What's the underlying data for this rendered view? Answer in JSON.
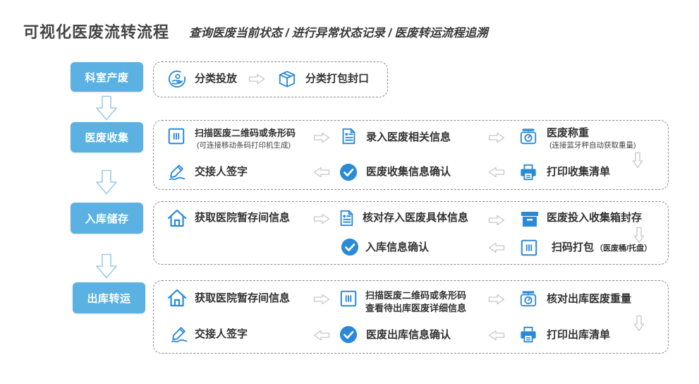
{
  "colors": {
    "stage_fill": "#5ab1e2",
    "stage_text": "#ffffff",
    "icon_blue": "#2b8ad6",
    "label_text": "#333333",
    "flow_arrow": "#c6c6c6",
    "stage_arrow": "#9ccbea",
    "dashed_border": "#8a8a8a"
  },
  "header": {
    "title": "可视化医废流转流程",
    "subtitle": "查询医废当前状态 / 进行异常状态记录 / 医废转运流程追溯"
  },
  "stages": [
    {
      "label": "科室产废"
    },
    {
      "label": "医废收集"
    },
    {
      "label": "入库储存"
    },
    {
      "label": "出库转运"
    }
  ],
  "produce_flow": {
    "steps": [
      {
        "icon": "hand-sort-icon",
        "label": "分类投放"
      },
      {
        "icon": "package-icon",
        "label": "分类打包封口"
      }
    ]
  },
  "collect_flow": {
    "steps": [
      {
        "icon": "barcode-scan-icon",
        "label": "扫描医废二维码或条形码",
        "note": "(可连接移动条码打印机生成)"
      },
      {
        "icon": "document-icon",
        "label": "录入医废相关信息"
      },
      {
        "icon": "scale-icon",
        "label": "医废称重",
        "note": "(连接蓝牙秤自动获取重量)"
      },
      {
        "icon": "printer-icon",
        "label": "打印收集清单"
      },
      {
        "icon": "check-circle-icon",
        "label": "医废收集信息确认"
      },
      {
        "icon": "pen-sign-icon",
        "label": "交接人签字"
      }
    ]
  },
  "storage_flow": {
    "steps": [
      {
        "icon": "home-icon",
        "label": "获取医院暂存间信息"
      },
      {
        "icon": "document-icon",
        "label": "核对存入医废具体信息"
      },
      {
        "icon": "storage-box-icon",
        "label": "医废投入收集箱封存"
      },
      {
        "icon": "barcode-scan-icon",
        "label": "扫码打包",
        "note": "（医废桶/托盘）"
      },
      {
        "icon": "check-circle-icon",
        "label": "入库信息确认"
      }
    ]
  },
  "transfer_flow": {
    "steps": [
      {
        "icon": "home-icon",
        "label": "获取医院暂存间信息"
      },
      {
        "icon": "barcode-scan-icon",
        "label": "扫描医废二维码或条形码",
        "detail": "查看待出库医废详细信息"
      },
      {
        "icon": "scale-icon",
        "label": "核对出库医废重量"
      },
      {
        "icon": "printer-icon",
        "label": "打印出库清单"
      },
      {
        "icon": "check-circle-icon",
        "label": "医废出库信息确认"
      },
      {
        "icon": "pen-sign-icon",
        "label": "交接人签字"
      }
    ]
  }
}
